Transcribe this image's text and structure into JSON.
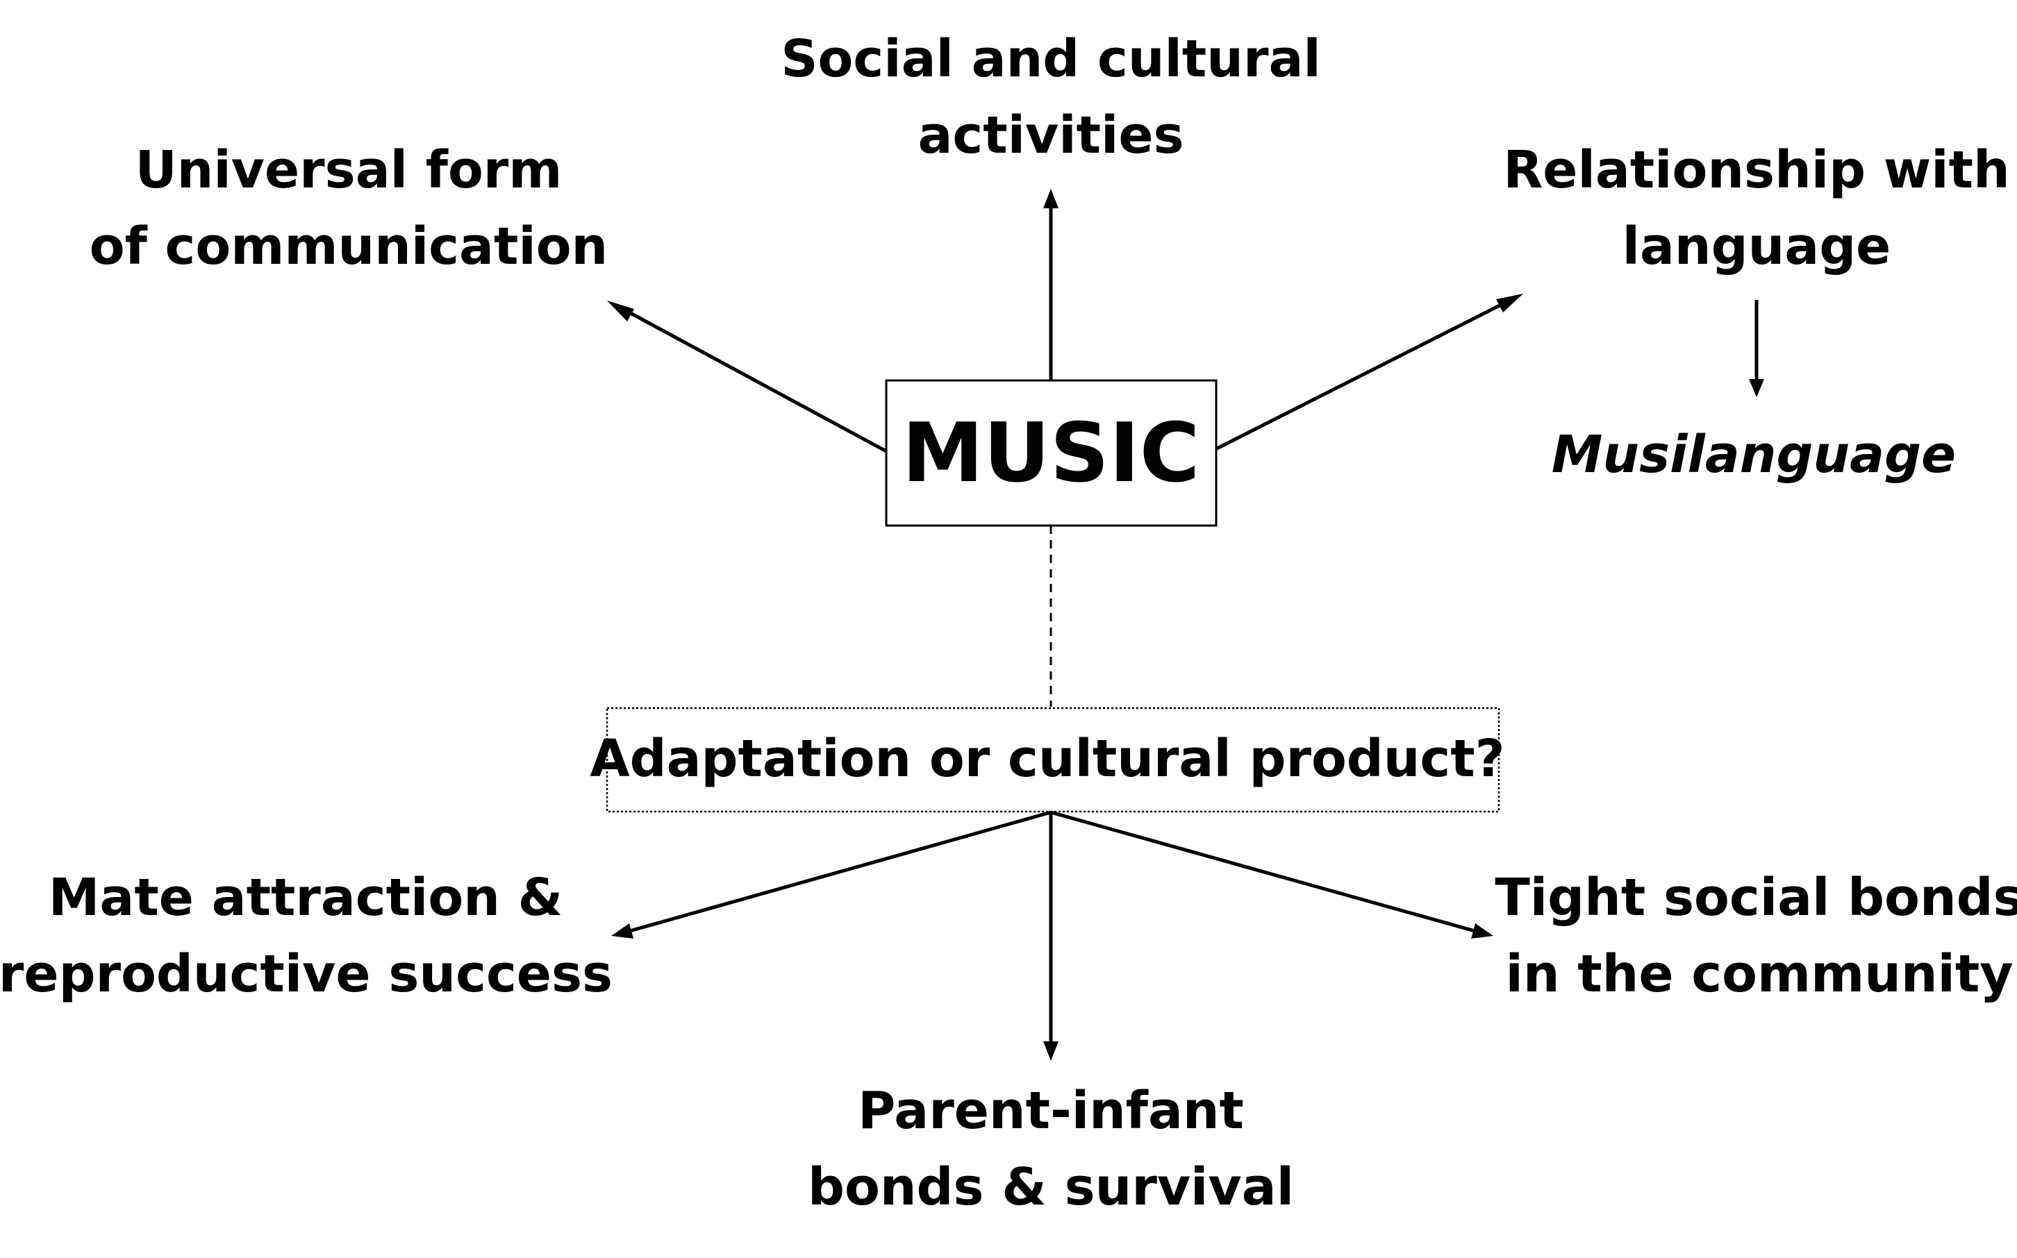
{
  "center": {
    "label": "MUSIC"
  },
  "question": {
    "label": "Adaptation or cultural product?"
  },
  "top_nodes": {
    "left": {
      "line1": "Universal form",
      "line2": "of communication"
    },
    "center": {
      "line1": "Social and cultural",
      "line2": "activities"
    },
    "right": {
      "line1": "Relationship with",
      "line2": "language"
    },
    "right_sub": {
      "label": "Musilanguage"
    }
  },
  "bottom_nodes": {
    "left": {
      "line1": "Mate attraction &",
      "line2": "reproductive success"
    },
    "center": {
      "line1": "Parent-infant",
      "line2": "bonds & survival"
    },
    "right": {
      "line1": "Tight social bonds",
      "line2": "in the community"
    }
  },
  "colors": {
    "ink": "#000000",
    "background": "#ffffff"
  }
}
